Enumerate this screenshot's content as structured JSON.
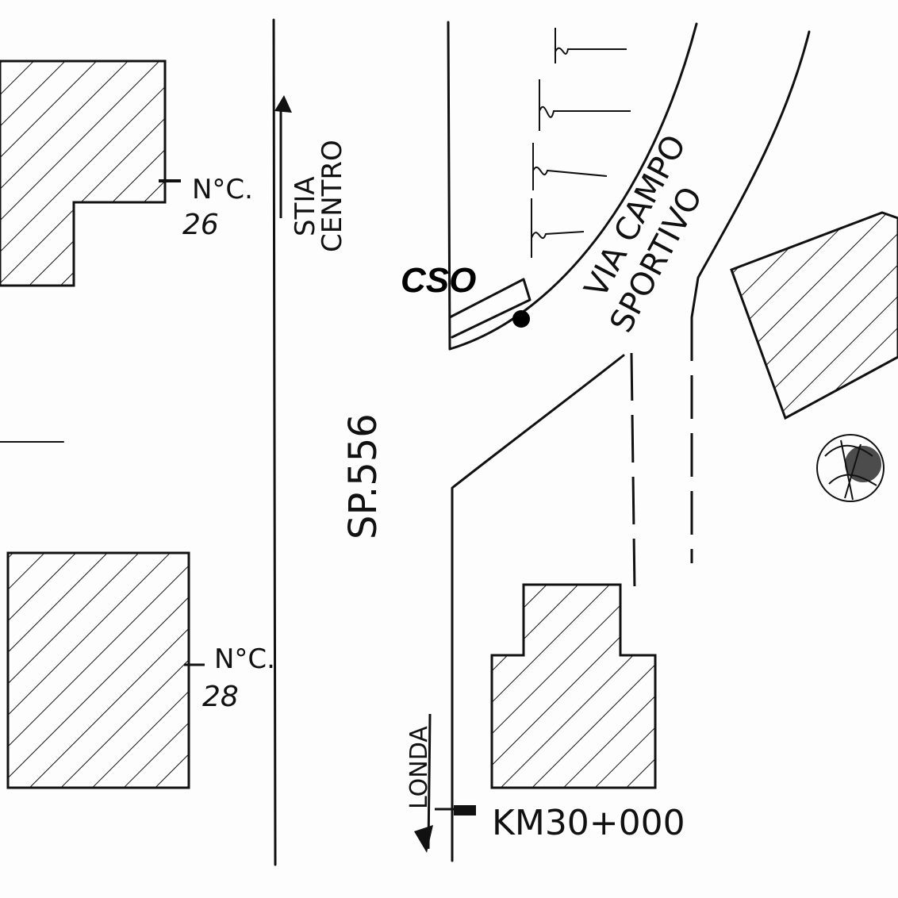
{
  "labels": {
    "house_26_prefix": "N°C.",
    "house_26_number": "26",
    "house_28_prefix": "N°C.",
    "house_28_number": "28",
    "direction_north": "STIA",
    "direction_north_sub": "CENTRO",
    "road_main": "SP.556",
    "road_side_1": "VIA CAMPO",
    "road_side_2": "SPORTIVO",
    "cso": "CSO",
    "direction_south": "LONDA",
    "kilometer": "KM30+000"
  },
  "colors": {
    "ink": "#111111",
    "paper": "#fdfdfd"
  },
  "icons": {
    "north_arrow": "arrow-up-icon",
    "south_arrow": "arrow-down-icon",
    "cso_point": "filled-dot-icon",
    "tree": "tree-icon"
  }
}
